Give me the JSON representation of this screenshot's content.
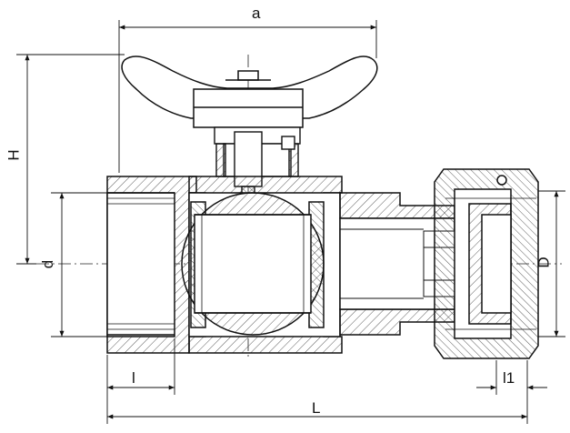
{
  "drawing": {
    "dimensions": {
      "a": "a",
      "H": "H",
      "d": "d",
      "D": "D",
      "l": "l",
      "l1": "l1",
      "L": "L"
    }
  }
}
